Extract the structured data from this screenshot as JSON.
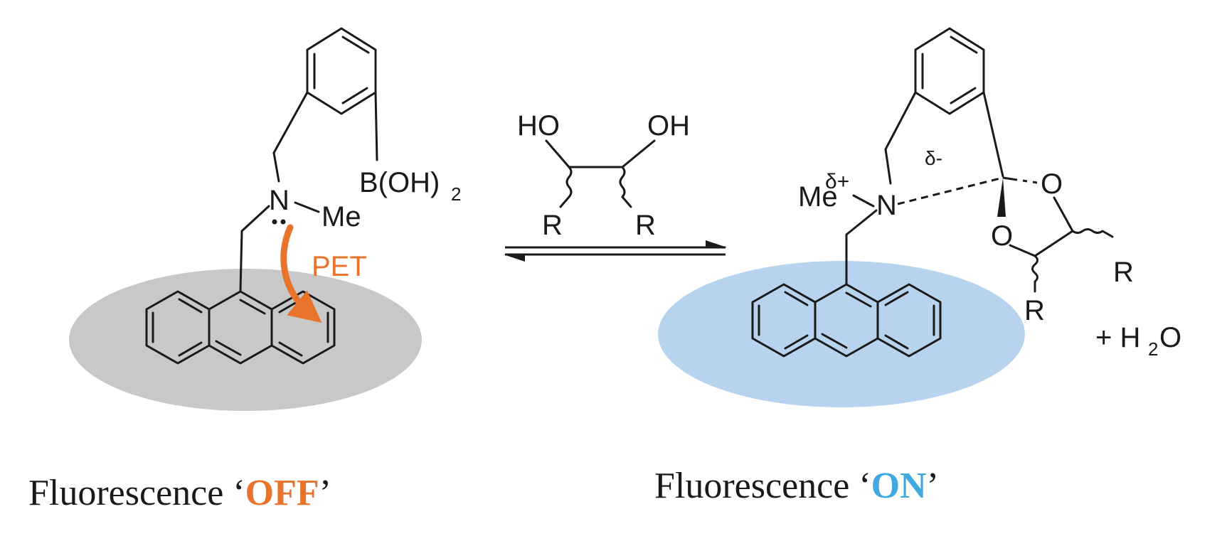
{
  "colors": {
    "off_accent": "#e8732a",
    "on_accent": "#3fa9e0",
    "off_ellipse": "#c8c8c8",
    "on_ellipse": "#b7d3ee"
  },
  "left": {
    "boron_group": "B(OH)",
    "boron_sub": "2",
    "nitrogen": "N",
    "methyl": "Me",
    "pet_label": "PET",
    "caption_prefix": "Fluorescence ‘",
    "caption_state": "OFF",
    "caption_suffix": "’"
  },
  "reagent": {
    "hydroxyl_left": "HO",
    "hydroxyl_right": "OH",
    "r_left": "R",
    "r_right": "R"
  },
  "right": {
    "methyl": "Me",
    "delta_plus": "δ+",
    "nitrogen": "N",
    "delta_minus": "δ-",
    "oxygen_top": "O",
    "oxygen_bottom": "O",
    "r_right": "R",
    "r_bottom": "R",
    "water_prefix": "+ H",
    "water_sub": "2",
    "water_suffix": "O",
    "caption_prefix": "Fluorescence ‘",
    "caption_state": "ON",
    "caption_suffix": "’"
  }
}
